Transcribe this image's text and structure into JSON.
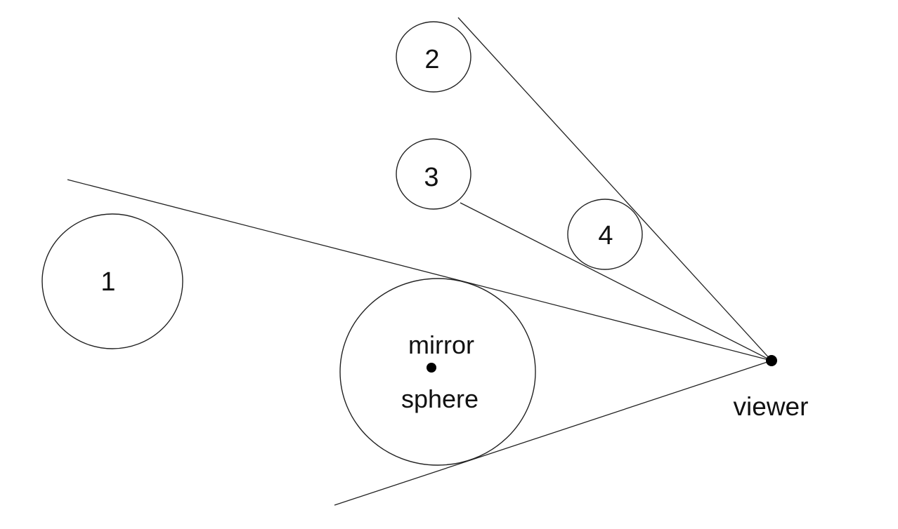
{
  "diagram": {
    "spheres": [
      {
        "id": "1",
        "label": "1"
      },
      {
        "id": "2",
        "label": "2"
      },
      {
        "id": "3",
        "label": "3"
      },
      {
        "id": "4",
        "label": "4"
      }
    ],
    "mirror_sphere": {
      "label_top": "mirror",
      "label_bottom": "sphere"
    },
    "viewer": {
      "label": "viewer"
    }
  }
}
